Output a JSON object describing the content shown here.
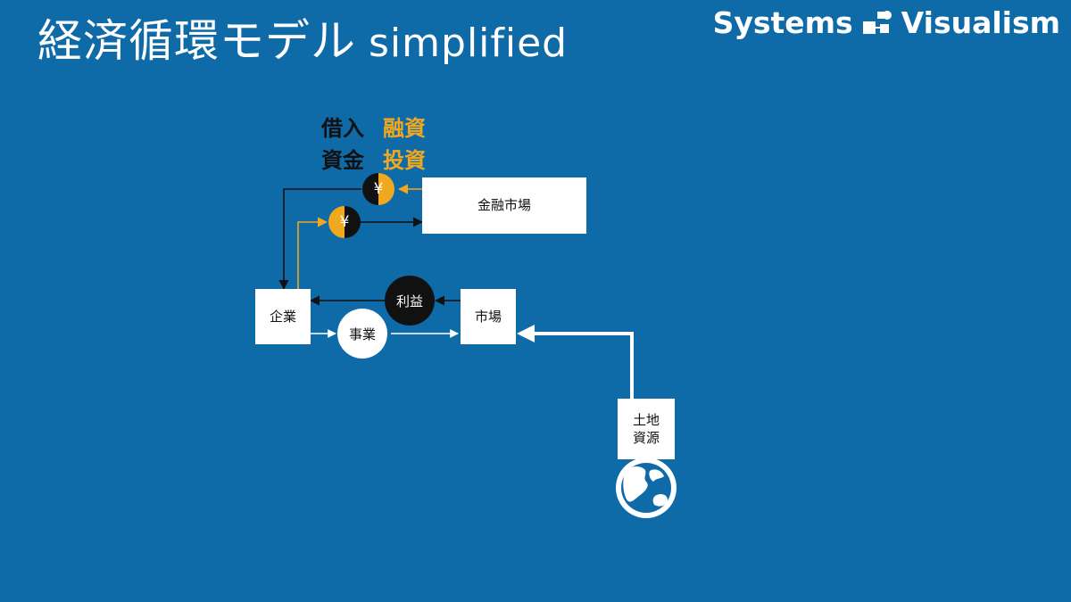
{
  "slide": {
    "title": "経済循環モデル",
    "subtitle": "simplified",
    "brand_left": "Systems",
    "brand_right": "Visualism"
  },
  "labels": {
    "borrow": "借入",
    "funds": "資金",
    "financing": "融資",
    "investment": "投資"
  },
  "nodes": {
    "financial_market": "金融市場",
    "company": "企業",
    "market": "市場",
    "business": "事業",
    "profit": "利益",
    "land_1": "土地",
    "land_2": "資源"
  },
  "icons": {
    "yen": "¥",
    "earth": "earth-globe-icon",
    "logo": "systems-visualism-logo"
  },
  "colors": {
    "background": "#0f6aa8",
    "gold": "#f0a81f",
    "black": "#111111",
    "white": "#ffffff"
  }
}
